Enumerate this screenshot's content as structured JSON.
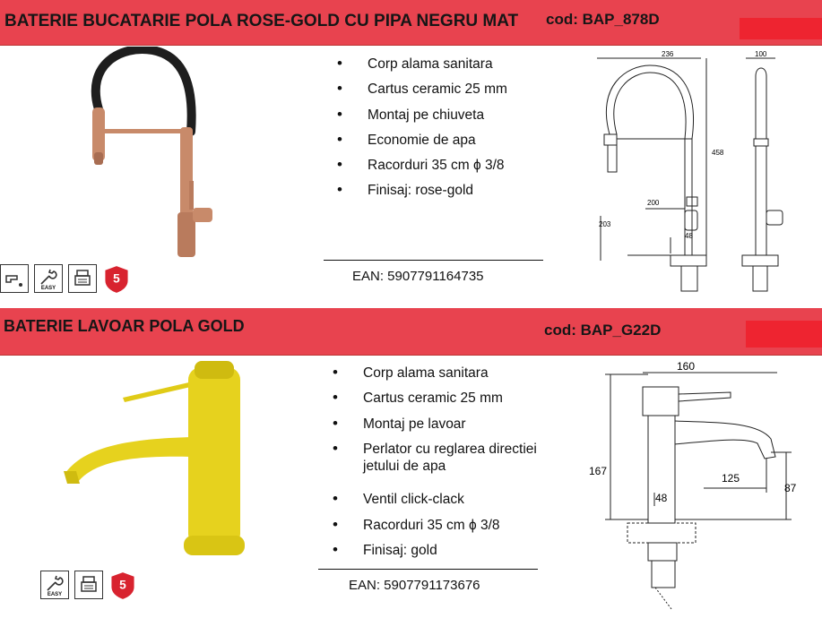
{
  "products": [
    {
      "title": "BATERIE BUCATARIE POLA ROSE-GOLD CU PIPA NEGRU MAT",
      "code": "cod: BAP_878D",
      "features": [
        "Corp alama sanitara",
        "Cartus ceramic  25 mm",
        "Montaj pe chiuveta",
        "Economie de apa",
        "Racorduri 35 cm ϕ 3/8",
        "Finisaj: rose-gold"
      ],
      "ean": "EAN: 5907791164735",
      "dims": {
        "width": "236",
        "depth": "100",
        "height": "458",
        "reach": "200",
        "handle": "203",
        "base": "48"
      },
      "icons": [
        {
          "name": "faucet-icon",
          "caption": ""
        },
        {
          "name": "easy-install-icon",
          "caption": "EASY"
        },
        {
          "name": "cartridge-icon",
          "caption": ""
        },
        {
          "name": "warranty-5-years-icon",
          "caption": "5"
        }
      ],
      "colors": {
        "finish": "#c88a6a",
        "hose": "#1e1e1e"
      }
    },
    {
      "title": "BATERIE LAVOAR POLA GOLD",
      "code": "cod: BAP_G22D",
      "features": [
        "Corp alama sanitara",
        "Cartus ceramic  25 mm",
        "Montaj pe lavoar",
        "Perlator cu reglarea directiei jetului de apa",
        "Ventil  click-clack",
        "Racorduri 35 cm ϕ 3/8",
        "Finisaj: gold"
      ],
      "ean": "EAN: 5907791173676",
      "dims": {
        "width": "160",
        "height": "167",
        "reach": "125",
        "spout": "87",
        "base": "48"
      },
      "icons": [
        {
          "name": "easy-install-icon",
          "caption": "EASY"
        },
        {
          "name": "cartridge-icon",
          "caption": ""
        },
        {
          "name": "warranty-5-years-icon",
          "caption": "5"
        }
      ],
      "colors": {
        "finish": "#e6d21e"
      }
    }
  ],
  "colors": {
    "header": "#e8434f",
    "accent": "#ee2430"
  }
}
